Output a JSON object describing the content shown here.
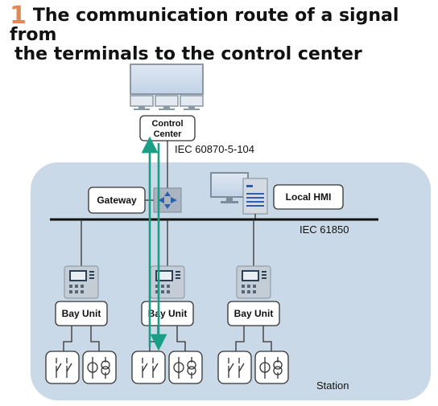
{
  "title": {
    "number": "1",
    "line1": "The communication route of a signal from",
    "line2": "the terminals to the control center"
  },
  "labels": {
    "control_center_1": "Control",
    "control_center_2": "Center",
    "protocol_top": "IEC 60870-5-104",
    "gateway": "Gateway",
    "local_hmi": "Local HMI",
    "protocol_bus": "IEC 61850",
    "bay_unit": "Bay Unit",
    "station": "Station"
  },
  "colors": {
    "station_bg": "#c9d9e7",
    "signal_arrow": "#1a9e86",
    "bus": "#111111",
    "device": "#c4cdd6"
  },
  "icons": [
    "monitor-icon",
    "switch-icon",
    "workstation-icon",
    "relay-device-icon",
    "disconnector-switch-icon",
    "current-transformer-icon"
  ]
}
